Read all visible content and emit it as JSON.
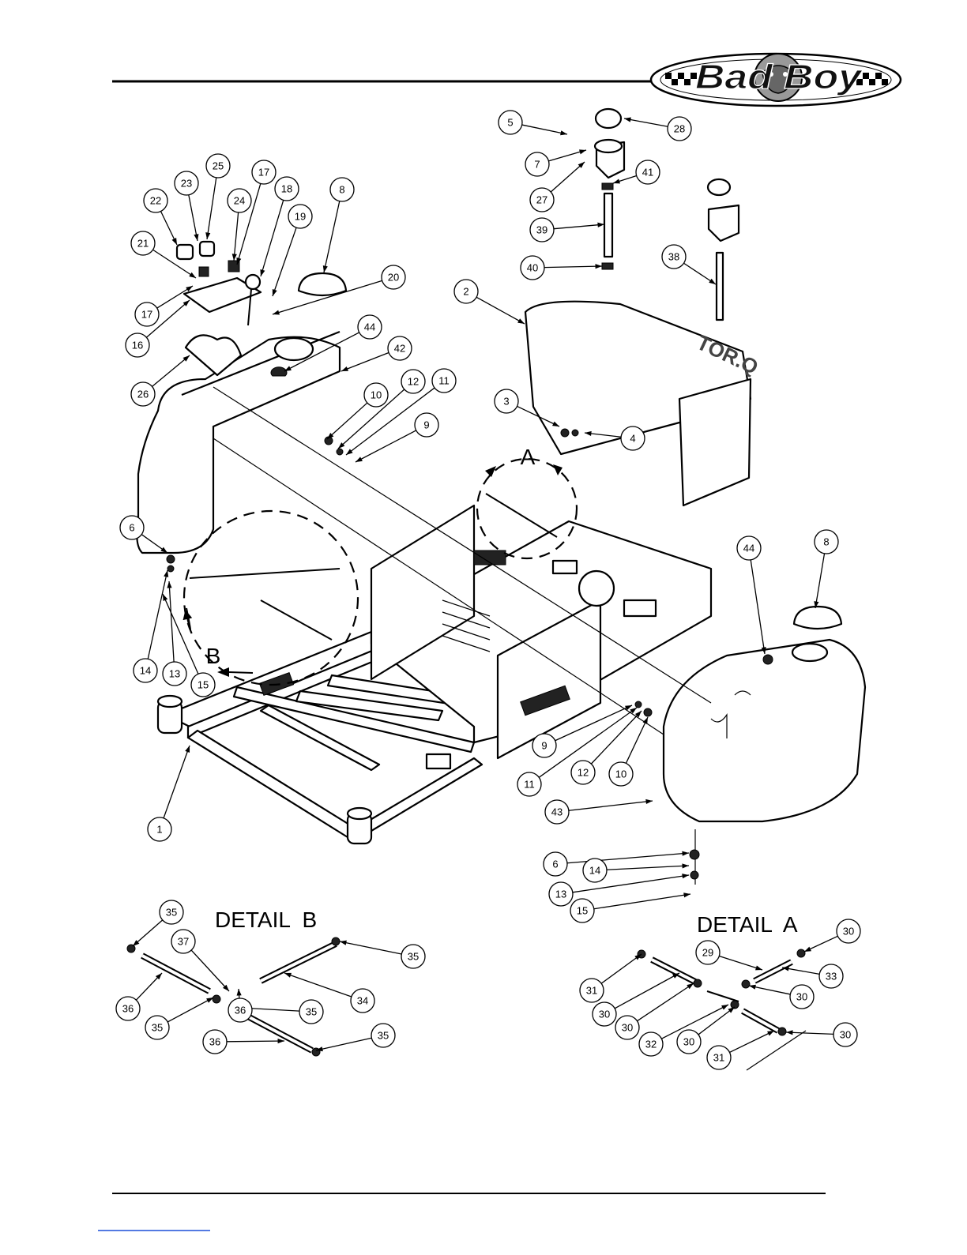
{
  "logo": {
    "text": "Bad Boy"
  },
  "callouts": [
    {
      "label": "5"
    },
    {
      "label": "28"
    },
    {
      "label": "7"
    },
    {
      "label": "27"
    },
    {
      "label": "41"
    },
    {
      "label": "39"
    },
    {
      "label": "40"
    },
    {
      "label": "38"
    },
    {
      "label": "2"
    },
    {
      "label": "25"
    },
    {
      "label": "17"
    },
    {
      "label": "23"
    },
    {
      "label": "18"
    },
    {
      "label": "8"
    },
    {
      "label": "22"
    },
    {
      "label": "24"
    },
    {
      "label": "19"
    },
    {
      "label": "21"
    },
    {
      "label": "20"
    },
    {
      "label": "17"
    },
    {
      "label": "16"
    },
    {
      "label": "44"
    },
    {
      "label": "42"
    },
    {
      "label": "26"
    },
    {
      "label": "10"
    },
    {
      "label": "12"
    },
    {
      "label": "11"
    },
    {
      "label": "3"
    },
    {
      "label": "9"
    },
    {
      "label": "4"
    },
    {
      "label": "6"
    },
    {
      "label": "44"
    },
    {
      "label": "8"
    },
    {
      "label": "14"
    },
    {
      "label": "13"
    },
    {
      "label": "15"
    },
    {
      "label": "9"
    },
    {
      "label": "11"
    },
    {
      "label": "12"
    },
    {
      "label": "10"
    },
    {
      "label": "43"
    },
    {
      "label": "1"
    },
    {
      "label": "6"
    },
    {
      "label": "14"
    },
    {
      "label": "13"
    },
    {
      "label": "15"
    },
    {
      "label": "35"
    },
    {
      "label": "37"
    },
    {
      "label": "35"
    },
    {
      "label": "36"
    },
    {
      "label": "36"
    },
    {
      "label": "34"
    },
    {
      "label": "35"
    },
    {
      "label": "35"
    },
    {
      "label": "36"
    },
    {
      "label": "35"
    },
    {
      "label": "30"
    },
    {
      "label": "29"
    },
    {
      "label": "33"
    },
    {
      "label": "30"
    },
    {
      "label": "31"
    },
    {
      "label": "30"
    },
    {
      "label": "30"
    },
    {
      "label": "32"
    },
    {
      "label": "30"
    },
    {
      "label": "30"
    },
    {
      "label": "31"
    }
  ],
  "detail_markers": {
    "a": "A",
    "b": "B"
  },
  "details": {
    "b_title": "DETAIL  B",
    "a_title": "DETAIL  A"
  },
  "tank_decal": "TOR.Q"
}
